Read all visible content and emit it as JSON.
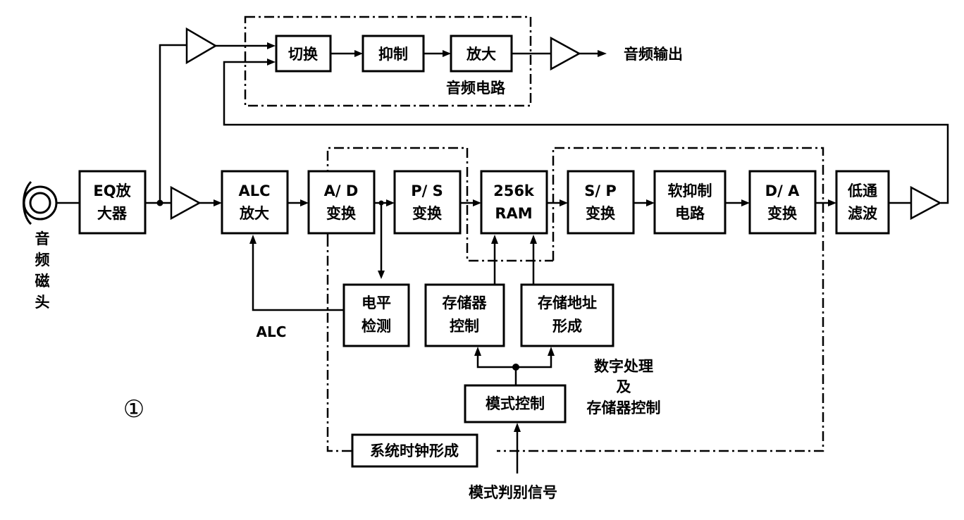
{
  "blocks": {
    "switch": "切换",
    "suppress": "抑制",
    "amplify": "放大",
    "audio_circuit": "音频电路",
    "audio_output": "音频输出",
    "head_chars": [
      "音",
      "频",
      "磁",
      "头"
    ],
    "eq_line1": "EQ放",
    "eq_line2": "大器",
    "alc_line1": "ALC",
    "alc_line2": "放大",
    "ad_line1": "A/ D",
    "ad_line2": "变换",
    "ps_line1": "P/ S",
    "ps_line2": "变换",
    "ram_line1": "256k",
    "ram_line2": "RAM",
    "sp_line1": "S/ P",
    "sp_line2": "变换",
    "soft_line1": "软抑制",
    "soft_line2": "电路",
    "da_line1": "D/ A",
    "da_line2": "变换",
    "lpf_line1": "低通",
    "lpf_line2": "滤波",
    "level_line1": "电平",
    "level_line2": "检测",
    "memctl_line1": "存储器",
    "memctl_line2": "控制",
    "addr_line1": "存储地址",
    "addr_line2": "形成",
    "mode_ctrl": "模式控制",
    "sys_clock": "系统时钟形成",
    "alc_label": "ALC",
    "mode_signal": "模式判别信号",
    "digital_line1": "数字处理",
    "digital_line2": "及",
    "digital_line3": "存储器控制",
    "figure_number": "①"
  }
}
